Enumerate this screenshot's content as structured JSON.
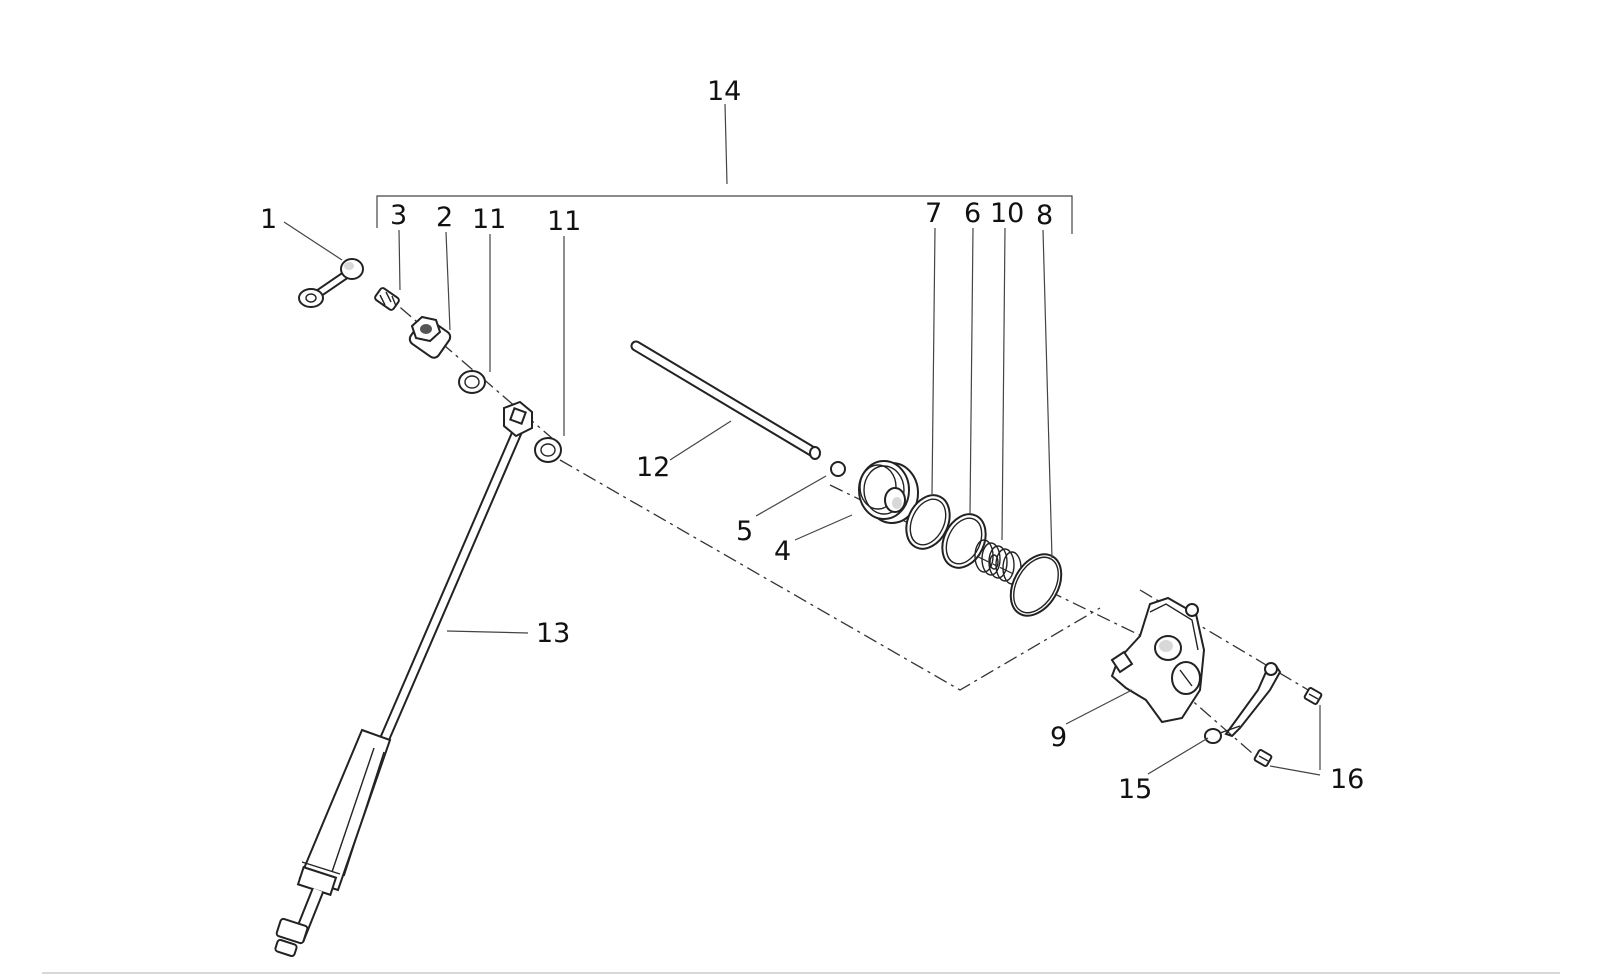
{
  "callouts": [
    {
      "id": "c1",
      "text": "1"
    },
    {
      "id": "c3",
      "text": "3"
    },
    {
      "id": "c2",
      "text": "2"
    },
    {
      "id": "c11a",
      "text": "11"
    },
    {
      "id": "c11b",
      "text": "11"
    },
    {
      "id": "c14",
      "text": "14"
    },
    {
      "id": "c7",
      "text": "7"
    },
    {
      "id": "c6",
      "text": "6"
    },
    {
      "id": "c10",
      "text": "10"
    },
    {
      "id": "c8",
      "text": "8"
    },
    {
      "id": "c12",
      "text": "12"
    },
    {
      "id": "c5",
      "text": "5"
    },
    {
      "id": "c4",
      "text": "4"
    },
    {
      "id": "c13",
      "text": "13"
    },
    {
      "id": "c9",
      "text": "9"
    },
    {
      "id": "c15",
      "text": "15"
    },
    {
      "id": "c16",
      "text": "16"
    }
  ]
}
